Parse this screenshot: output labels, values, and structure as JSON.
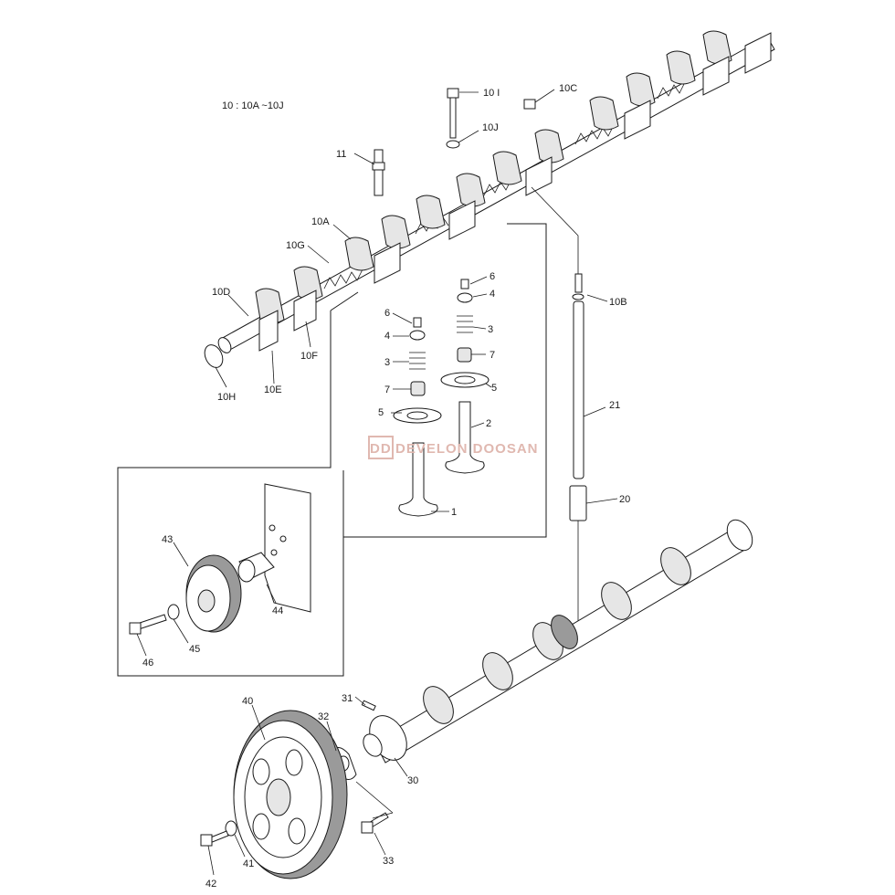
{
  "note": "10 : 10A ~10J",
  "watermark": {
    "logo_text": "DD",
    "text": "DEVELON DOOSAN",
    "color": "#e0b8b0"
  },
  "callouts": {
    "c10I": "10 I",
    "c10C": "10C",
    "c10J": "10J",
    "c11": "11",
    "c10A": "10A",
    "c10G": "10G",
    "c10D": "10D",
    "c10H": "10H",
    "c10E": "10E",
    "c10F": "10F",
    "c10B": "10B",
    "c6a": "6",
    "c4a": "4",
    "c3a": "3",
    "c7a": "7",
    "c5a": "5",
    "c1": "1",
    "c6b": "6",
    "c4b": "4",
    "c3b": "3",
    "c7b": "7",
    "c5b": "5",
    "c2": "2",
    "c21": "21",
    "c20": "20",
    "c43": "43",
    "c44": "44",
    "c45": "45",
    "c46": "46",
    "c40": "40",
    "c31": "31",
    "c32": "32",
    "c30": "30",
    "c33": "33",
    "c41": "41",
    "c42": "42"
  }
}
